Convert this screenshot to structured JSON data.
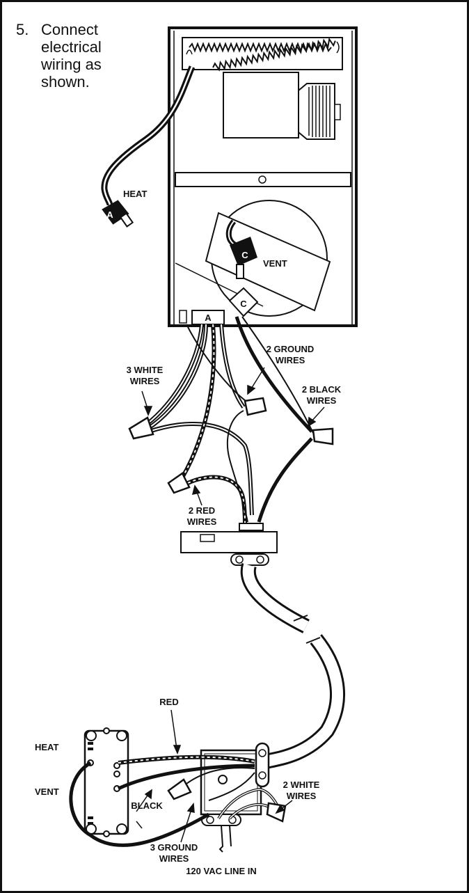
{
  "step": {
    "number": "5.",
    "instruction": "Connect electrical wiring as shown."
  },
  "connector_tags": {
    "a_heat_plug": "A",
    "a_block": "A",
    "c_vent_plug": "C",
    "c_box": "C"
  },
  "labels": {
    "heat_top": "HEAT",
    "vent_top": "VENT",
    "white_wires_3_line1": "3 WHITE",
    "white_wires_3_line2": "WIRES",
    "ground_wires_2_line1": "2 GROUND",
    "ground_wires_2_line2": "WIRES",
    "black_wires_2_line1": "2 BLACK",
    "black_wires_2_line2": "WIRES",
    "red_wires_2_line1": "2 RED",
    "red_wires_2_line2": "WIRES",
    "red": "RED",
    "heat_switch": "HEAT",
    "vent_switch": "VENT",
    "black": "BLACK",
    "white_wires_2_line1": "2 WHITE",
    "white_wires_2_line2": "WIRES",
    "ground_wires_3_line1": "3 GROUND",
    "ground_wires_3_line2": "WIRES",
    "line_in": "120 VAC LINE IN"
  }
}
